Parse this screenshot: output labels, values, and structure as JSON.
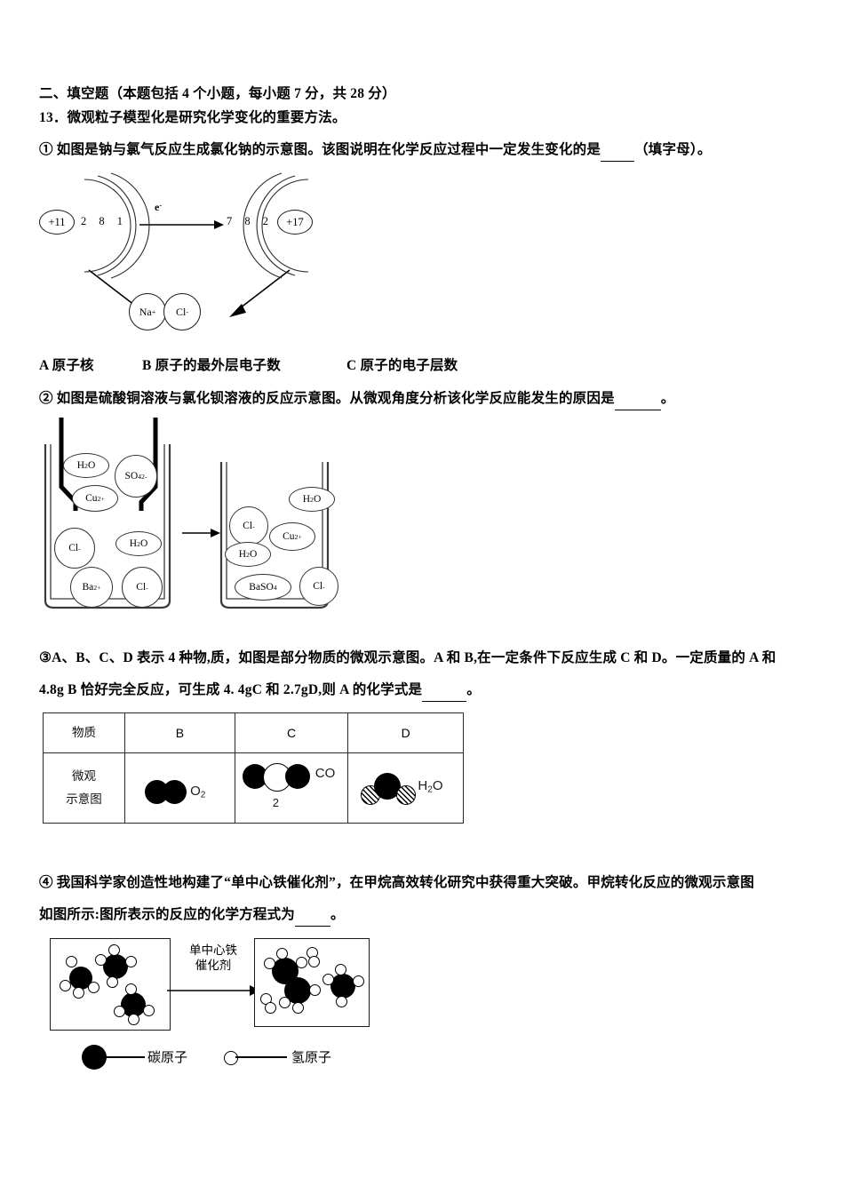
{
  "document": {
    "section_heading": "二、填空题（本题包括 4 个小题，每小题 7 分，共 28 分）",
    "question_number_and_stem": "13．微观粒子模型化是研究化学变化的重要方法。"
  },
  "part1": {
    "prompt_before_blank": "① 如图是钠与氯气反应生成氯化钠的示意图。该图说明在化学反应过程中一定发生变化的是",
    "prompt_after_blank": "（填字母）。",
    "diagram": {
      "left_atom": {
        "nucleus": "+11",
        "shells": "2 8 1",
        "name": "sodium-atom"
      },
      "right_atom": {
        "nucleus": "+17",
        "shells": "7 8 2",
        "name": "chlorine-atom"
      },
      "transfer_label": "e-",
      "product_ions": [
        "Na+",
        "Cl-"
      ]
    },
    "options": [
      {
        "key": "A",
        "label": "A 原子核"
      },
      {
        "key": "B",
        "label": "B 原子的最外层电子数"
      },
      {
        "key": "C",
        "label": "C 原子的电子层数"
      }
    ]
  },
  "part2": {
    "prompt_before_blank": "② 如图是硫酸铜溶液与氯化钡溶液的反应示意图。从微观角度分析该化学反应能发生的原因是",
    "prompt_after_blank": "。",
    "left_beaker": {
      "dropper_particles": [
        "H2O",
        "SO4 2-",
        "Cu 2+"
      ],
      "beaker_particles": [
        "Cl-",
        "H2O",
        "Ba 2+",
        "Cl-"
      ]
    },
    "right_beaker": {
      "beaker_particles": [
        "H2O",
        "Cl-",
        "Cu 2+",
        "H2O",
        "BaSO4",
        "Cl-"
      ]
    }
  },
  "part3": {
    "prompt_line1": "③A、B、C、D 表示 4 种物,质，如图是部分物质的微观示意图。A 和 B,在一定条件下反应生成 C 和 D。一定质量的 A 和",
    "prompt_line2_before_blank": "4.8g B 恰好完全反应，可生成 4. 4gC 和 2.7gD,则 A 的化学式是",
    "prompt_line2_after_blank": "。",
    "table": {
      "row_headers": [
        "物质",
        "微观\n示意图"
      ],
      "header_label": "物质",
      "body_label_line1": "微观",
      "body_label_line2": "示意图",
      "columns": [
        "B",
        "C",
        "D"
      ],
      "molecules": [
        {
          "column": "B",
          "formula_main": "O",
          "formula_sub": "2",
          "atoms": "two-black"
        },
        {
          "column": "C",
          "formula_main": "CO",
          "formula_sub": "2",
          "atoms": "black-white-black"
        },
        {
          "column": "D",
          "formula_main": "H2O",
          "atoms": "hatch-black-hatch"
        }
      ]
    }
  },
  "part4": {
    "prompt_line1": "④ 我国科学家创造性地构建了“单中心铁催化剂”，在甲烷高效转化研究中获得重大突破。甲烷转化反应的微观示意图",
    "prompt_line2_before_blank": "如图所示:图所表示的反应的化学方程式为",
    "prompt_line2_after_blank": "。",
    "arrow_label_line1": "单中心铁",
    "arrow_label_line2": "催化剂",
    "legend": [
      {
        "symbol": "filled-circle",
        "label": "碳原子"
      },
      {
        "symbol": "open-circle",
        "label": "氢原子"
      }
    ]
  },
  "colors": {
    "ink": "#000000",
    "page": "#ffffff"
  }
}
